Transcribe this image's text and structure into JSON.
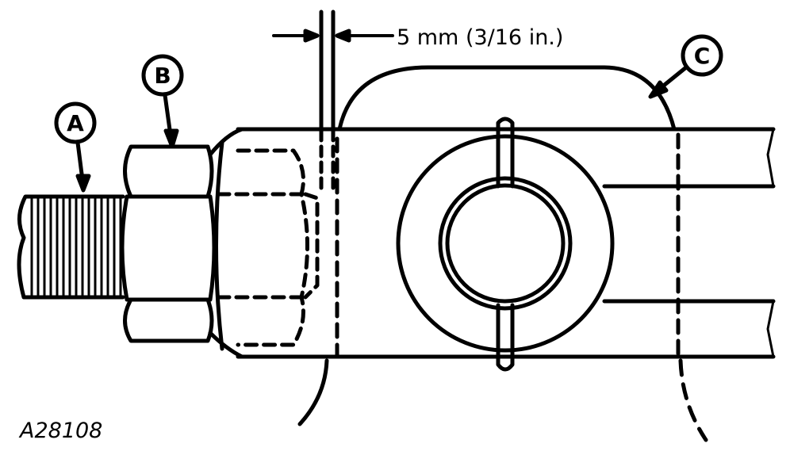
{
  "dimension_text": "5 mm (3/16 in.)",
  "callouts": {
    "a": "A",
    "b": "B",
    "c": "C"
  },
  "figure_id": "A28108",
  "colors": {
    "ink": "#000000",
    "background": "#ffffff"
  }
}
